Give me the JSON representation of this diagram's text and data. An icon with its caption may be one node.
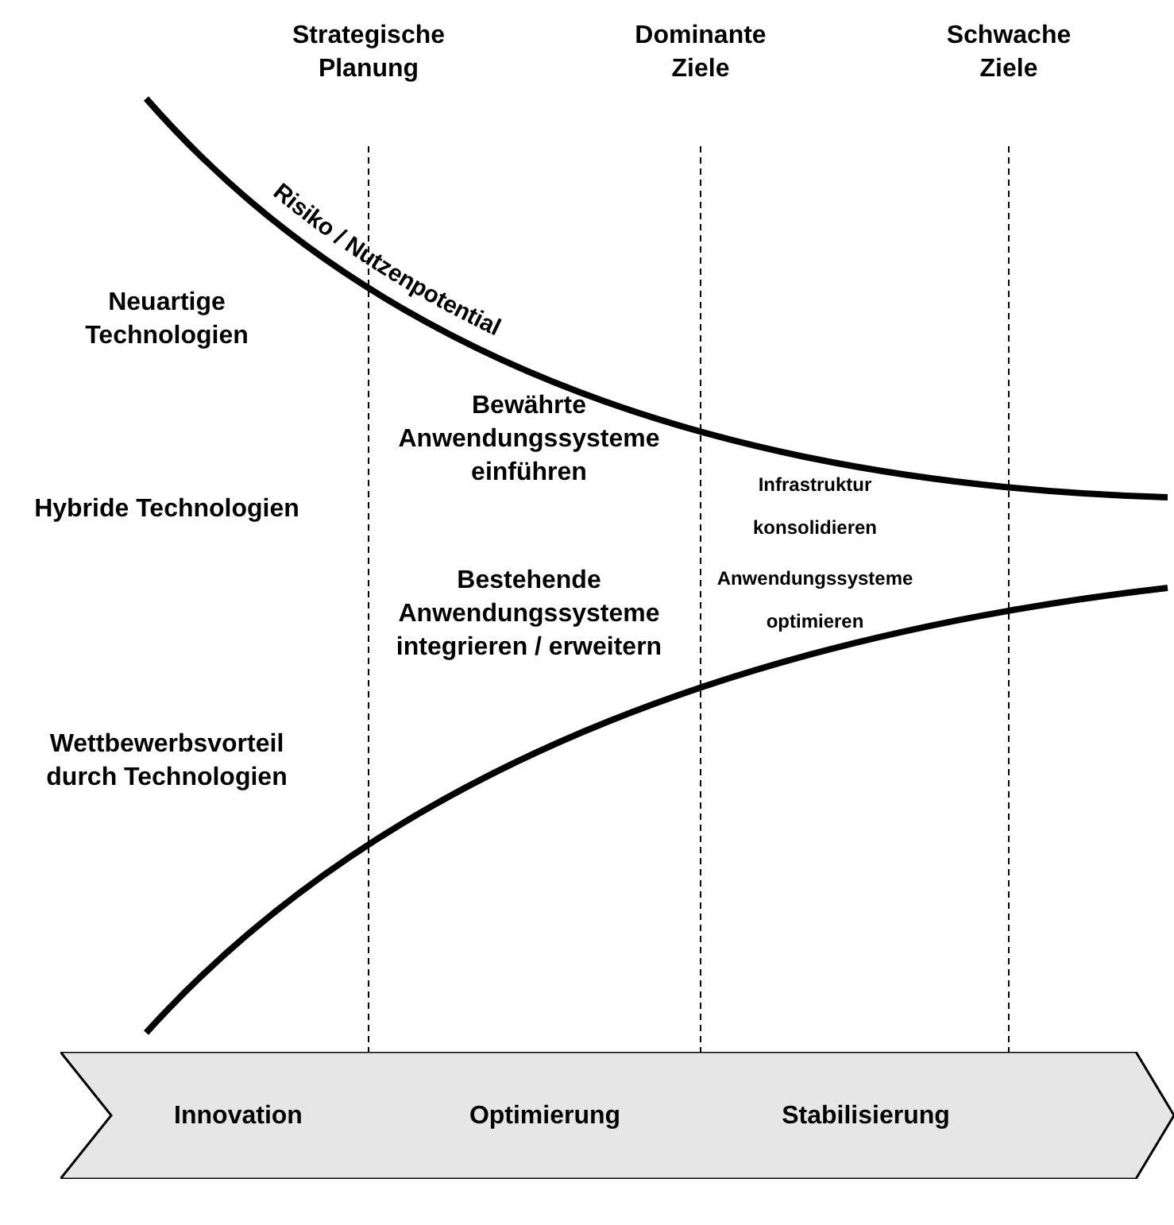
{
  "diagram": {
    "nodes": [
      {
        "text": [
          "Innovation",
          "Optimierung",
          "Stabilisierung"
        ]
      }
    ],
    "edges": [],
    "labels": [
      "Strategische Planung",
      "Dominante Ziele",
      "Schwache Ziele",
      "Risiko / Nutzenpotential",
      "Neuartige Technologien",
      "Bewährte Anwendungssysteme einführen",
      "Hybride Technologien",
      "Infrastruktur konsolidieren",
      "Anwendungssysteme optimieren",
      "Bestehende Anwendungssysteme integrieren / erweitern",
      "Wettbewerbsvorteil durch Technologien"
    ]
  }
}
